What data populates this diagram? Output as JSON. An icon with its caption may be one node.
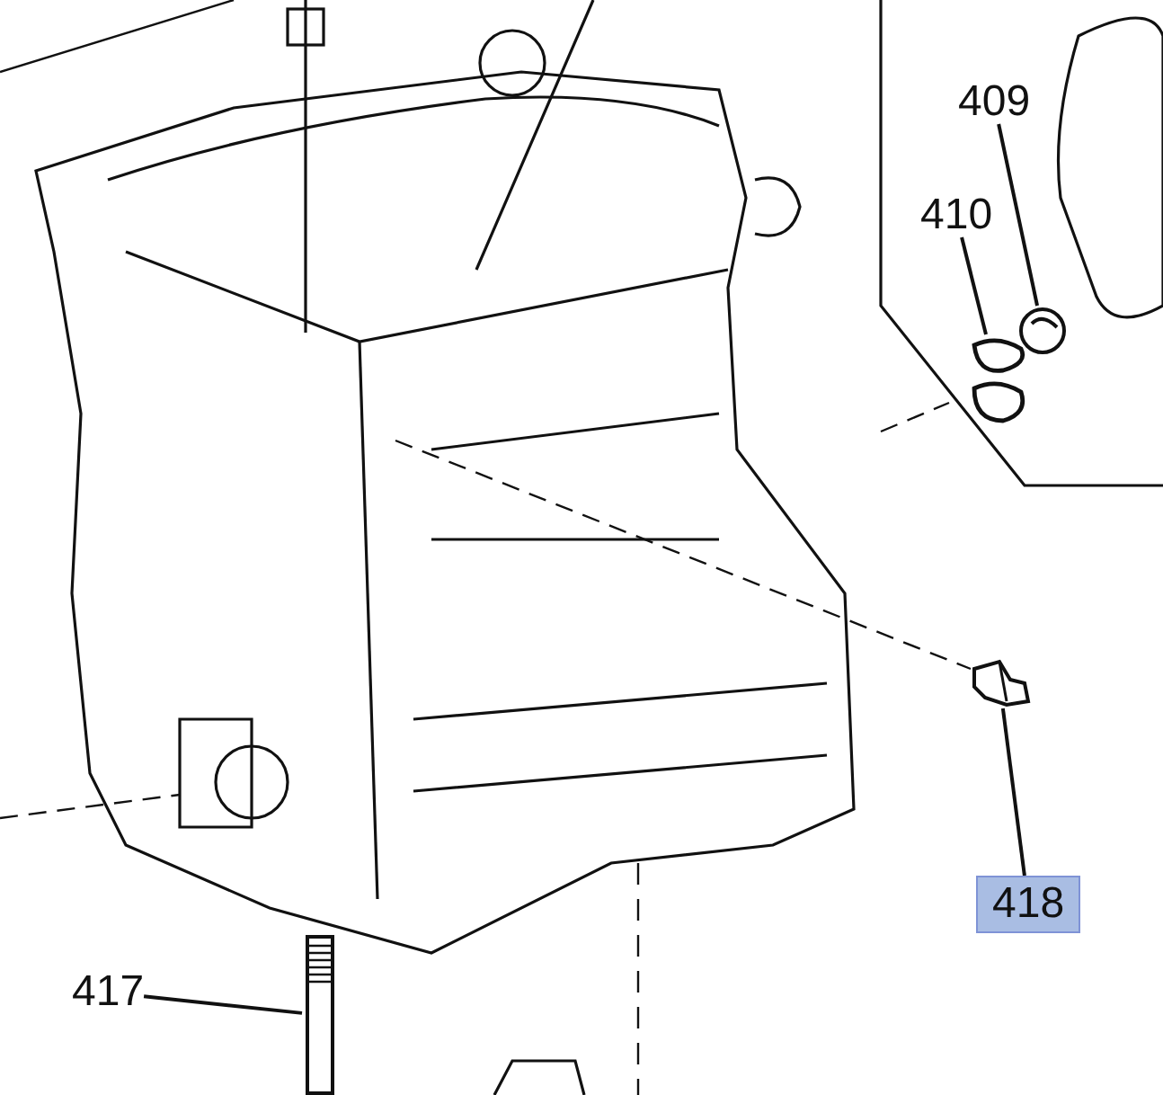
{
  "diagram": {
    "nodes": [
      {
        "text": [
          "409"
        ]
      },
      {
        "text": [
          "410"
        ]
      },
      {
        "text": [
          "418"
        ]
      },
      {
        "text": [
          "417"
        ]
      },
      {
        "text": [],
        "shape": "picture"
      },
      {
        "text": [],
        "shape": "picture"
      },
      {
        "text": [],
        "shape": "picture"
      },
      {
        "text": [],
        "shape": "picture"
      }
    ],
    "edges": [
      {
        "from": 0,
        "to": 4,
        "arrow": "none"
      },
      {
        "from": 1,
        "to": 5,
        "arrow": "none"
      },
      {
        "from": 2,
        "to": 6,
        "arrow": "none"
      },
      {
        "from": 3,
        "to": 7,
        "arrow": "none"
      }
    ]
  }
}
